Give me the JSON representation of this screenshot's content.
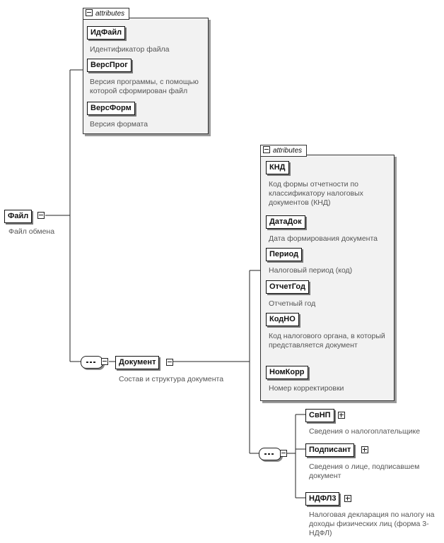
{
  "diagram": {
    "root": {
      "label": "Файл",
      "desc": "Файл обмена"
    },
    "root_attributes": {
      "header": "attributes",
      "items": [
        {
          "label": "ИдФайл",
          "desc": "Идентификатор файла"
        },
        {
          "label": "ВерсПрог",
          "desc": "Версия программы, с помощью которой сформирован файл"
        },
        {
          "label": "ВерсФорм",
          "desc": "Версия формата"
        }
      ]
    },
    "document": {
      "label": "Документ",
      "desc": "Состав и структура документа"
    },
    "document_attributes": {
      "header": "attributes",
      "items": [
        {
          "label": "КНД",
          "desc": "Код формы отчетности по классификатору налоговых документов (КНД)"
        },
        {
          "label": "ДатаДок",
          "desc": "Дата формирования документа"
        },
        {
          "label": "Период",
          "desc": "Налоговый период (код)"
        },
        {
          "label": "ОтчетГод",
          "desc": "Отчетный год"
        },
        {
          "label": "КодНО",
          "desc": "Код налогового органа, в который представляется документ"
        },
        {
          "label": "НомКорр",
          "desc": "Номер корректировки"
        }
      ]
    },
    "children": [
      {
        "label": "СвНП",
        "desc": "Сведения о налогоплательщике"
      },
      {
        "label": "Подписант",
        "desc": "Сведения о лице, подписавшем документ"
      },
      {
        "label": "НДФЛ3",
        "desc": "Налоговая декларация по налогу на доходы физических лиц (форма 3-НДФЛ)"
      }
    ]
  }
}
